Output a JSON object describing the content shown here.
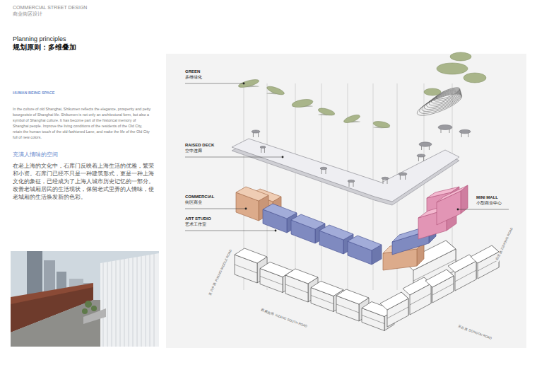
{
  "diagram": {
    "title": "规划原则：多维叠加",
    "labels": [
      "COMMERCIAL STREET DESIGN",
      "商业街区设计",
      "Planning principles",
      "HUMAN BEING SPACE",
      "In the culture of old Shanghai, Shikumen reflects the elegance, prosperity and petty bourgeoisie of Shanghai life. Shikumen is not only an architectural form, but also a symbol of Shanghai culture. It has become part of the historical memory of Shanghai people. Improve the living conditions of the residents of the Old City, retain the human touch of the old-fashioned Lane, and make the life of the Old City full of new colors.",
      "充满人情味的空间",
      "在老上海的文化中，石库门反映着上海生活的优雅，繁荣和小资。石库门已经不只是一种建筑形式，更是一种上海文化的象征，已经成为了上海人城市历史记忆的一部分。改善老城厢居民的生活现状，保留老式里弄的人情味，使老城厢的生活焕发新的色彩。",
      "GREEN",
      "多维绿化",
      "RAISED DECK",
      "空中连廊",
      "COMMERCIAL",
      "街区商业",
      "ART STUDIO",
      "艺术工作室",
      "MINI MALL",
      "小型商业中心",
      "复兴中路 FUXING MIDDLE ROAD",
      "西藏南路 XIZANG SOUTH ROAD",
      "东台路 DONGTAI ROAD",
      "自忠路 ZIZHONG ROAD"
    ]
  }
}
